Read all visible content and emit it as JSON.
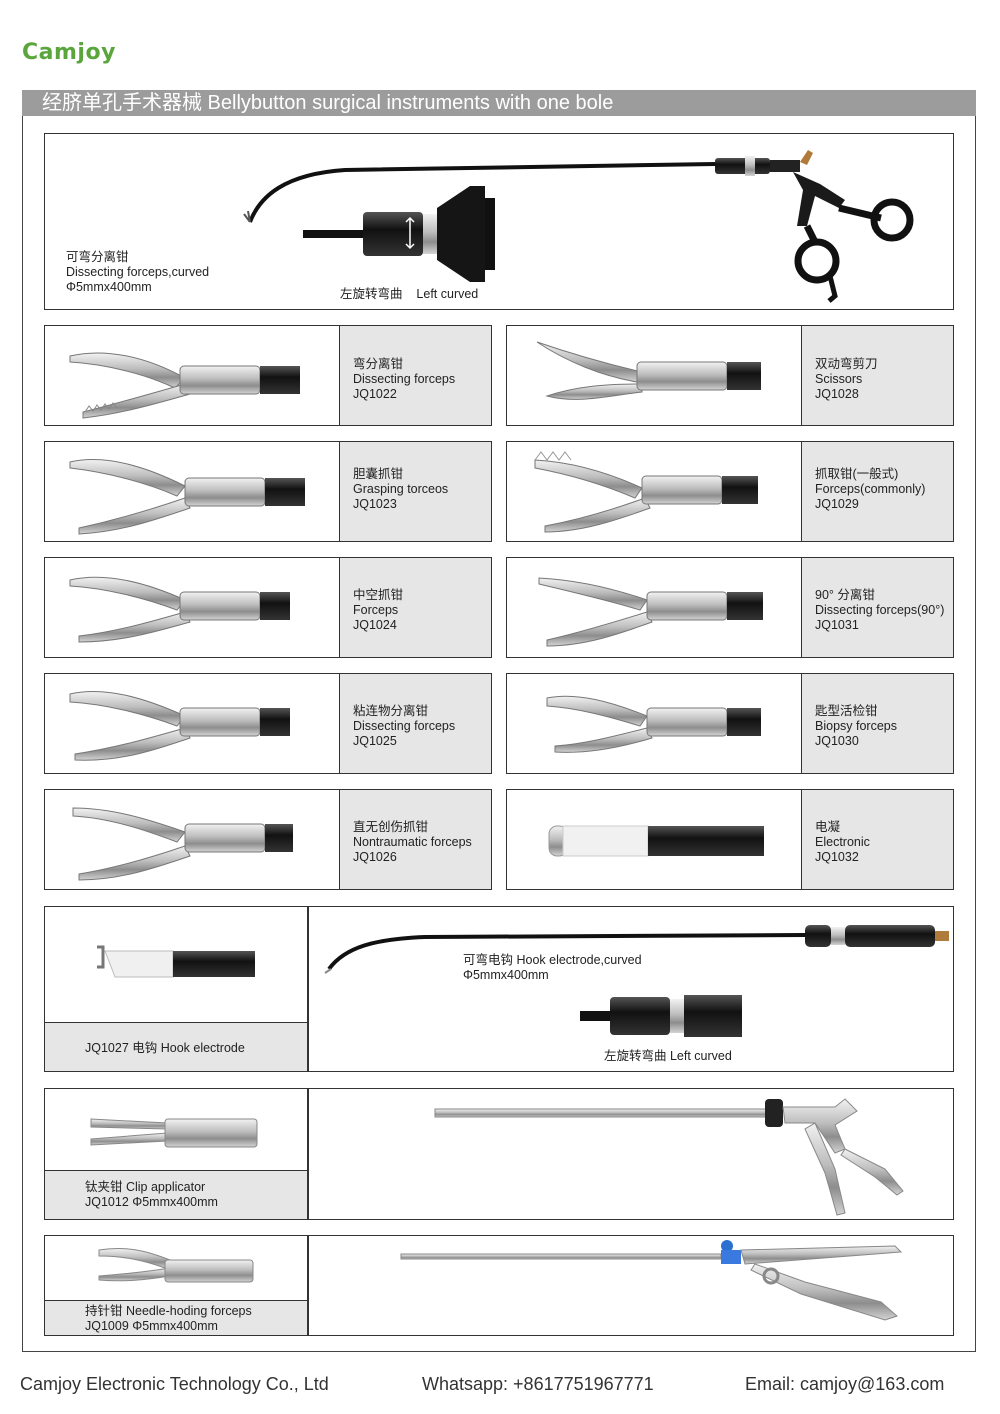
{
  "brand": {
    "logo_text": "Camjoy"
  },
  "header": {
    "title": "经脐单孔手术器械 Bellybutton surgical instruments with one bole"
  },
  "hero": {
    "name_cn": "可弯分离钳",
    "name_en": "Dissecting forceps,curved",
    "size": "Φ5mmx400mm",
    "rotate_cn": "左旋转弯曲",
    "rotate_en": "Left curved"
  },
  "grid": {
    "r1l": {
      "cn": "弯分离钳",
      "en": "Dissecting forceps",
      "code": "JQ1022"
    },
    "r1r": {
      "cn": "双动弯剪刀",
      "en": "Scissors",
      "code": "JQ1028"
    },
    "r2l": {
      "cn": "胆囊抓钳",
      "en": "Grasping torceos",
      "code": "JQ1023"
    },
    "r2r": {
      "cn": "抓取钳(一般式)",
      "en": "Forceps(commonly)",
      "code": "JQ1029"
    },
    "r3l": {
      "cn": "中空抓钳",
      "en": "Forceps",
      "code": "JQ1024"
    },
    "r3r": {
      "cn": "90° 分离钳",
      "en": "Dissecting forceps(90°)",
      "code": "JQ1031"
    },
    "r4l": {
      "cn": "粘连物分离钳",
      "en": "Dissecting forceps",
      "code": "JQ1025"
    },
    "r4r": {
      "cn": "匙型活检钳",
      "en": "Biopsy forceps",
      "code": "JQ1030"
    },
    "r5l": {
      "cn": "直无创伤抓钳",
      "en": "Nontraumatic forceps",
      "code": "JQ1026"
    },
    "r5r": {
      "cn": "电凝",
      "en": "Electronic",
      "code": "JQ1032"
    }
  },
  "hook": {
    "caption": "JQ1027  电钩  Hook electrode",
    "curved_line": "可弯电钩    Hook electrode,curved",
    "size": "Φ5mmx400mm",
    "rotate_line": "左旋转弯曲     Left curved"
  },
  "clip": {
    "line1": "钛夹钳    Clip applicator",
    "line2": "JQ1012    Φ5mmx400mm"
  },
  "needle": {
    "line1": "持针钳    Needle-hoding forceps",
    "line2": "JQ1009    Φ5mmx400mm"
  },
  "footer": {
    "company": "Camjoy Electronic Technology Co., Ltd",
    "whatsapp": "Whatsapp: +8617751967771",
    "email": "Email: camjoy@163.com"
  }
}
